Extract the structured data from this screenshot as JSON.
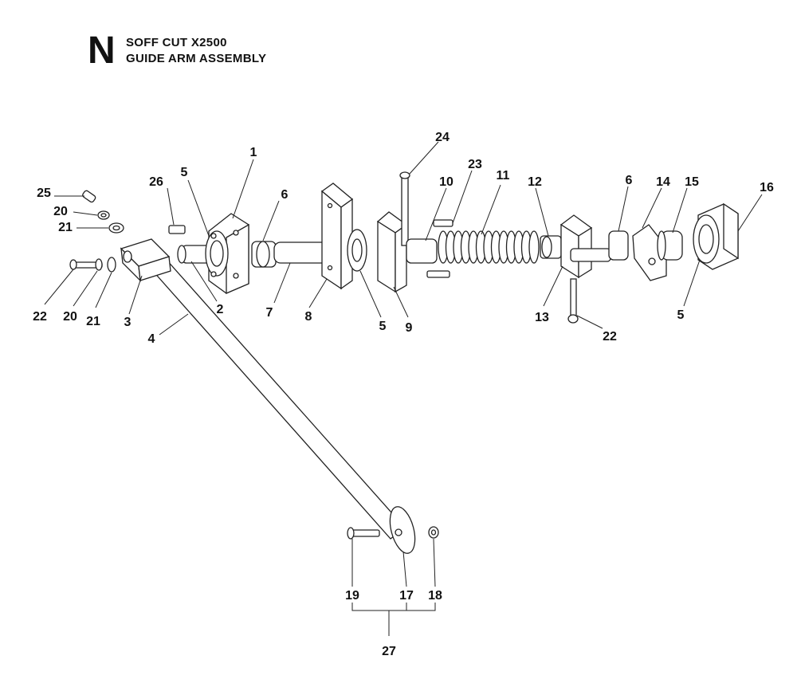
{
  "header": {
    "section_letter": "N",
    "title_line1": "SOFF CUT X2500",
    "title_line2": "GUIDE ARM ASSEMBLY"
  },
  "callouts": {
    "c1": "1",
    "c2": "2",
    "c3": "3",
    "c4": "4",
    "c5a": "5",
    "c5b": "5",
    "c5c": "5",
    "c6a": "6",
    "c6b": "6",
    "c7": "7",
    "c8": "8",
    "c9": "9",
    "c10": "10",
    "c11": "11",
    "c12": "12",
    "c13": "13",
    "c14": "14",
    "c15": "15",
    "c16": "16",
    "c17": "17",
    "c18": "18",
    "c19": "19",
    "c20a": "20",
    "c20b": "20",
    "c21a": "21",
    "c21b": "21",
    "c22a": "22",
    "c22b": "22",
    "c23": "23",
    "c24": "24",
    "c25": "25",
    "c26": "26",
    "c27": "27"
  }
}
